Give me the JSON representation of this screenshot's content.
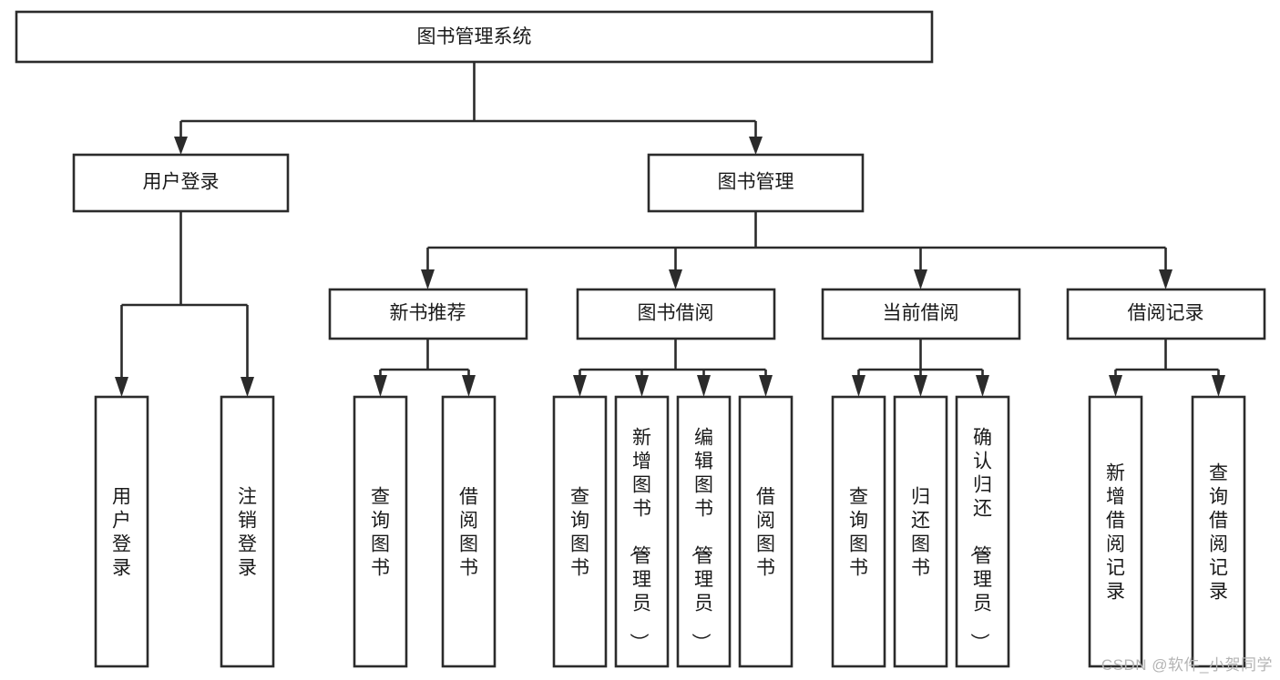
{
  "diagram": {
    "title": "图书管理系统",
    "type": "tree-hierarchy",
    "orientation": "top-down",
    "accent_color": "#2b2b2b",
    "background_color": "#ffffff",
    "box_fill": "#ffffff"
  },
  "nodes": {
    "root": {
      "label": "图书管理系统"
    },
    "level2": [
      {
        "label": "用户登录"
      },
      {
        "label": "图书管理"
      }
    ],
    "level3": [
      {
        "label": "新书推荐"
      },
      {
        "label": "图书借阅"
      },
      {
        "label": "当前借阅"
      },
      {
        "label": "借阅记录"
      }
    ],
    "leaves_user_login": [
      {
        "label": "用户登录"
      },
      {
        "label": "注销登录"
      }
    ],
    "leaves_new_book": [
      {
        "label": "查询图书"
      },
      {
        "label": "借阅图书"
      }
    ],
    "leaves_borrow": [
      {
        "label": "查询图书"
      },
      {
        "label": "新增图书（管理员）"
      },
      {
        "label": "编辑图书（管理员）"
      },
      {
        "label": "借阅图书"
      }
    ],
    "leaves_current": [
      {
        "label": "查询图书"
      },
      {
        "label": "归还图书"
      },
      {
        "label": "确认归还（管理员）"
      }
    ],
    "leaves_record": [
      {
        "label": "新增借阅记录"
      },
      {
        "label": "查询借阅记录"
      }
    ]
  },
  "watermark": {
    "text": "CSDN @软件_小贺同学"
  }
}
